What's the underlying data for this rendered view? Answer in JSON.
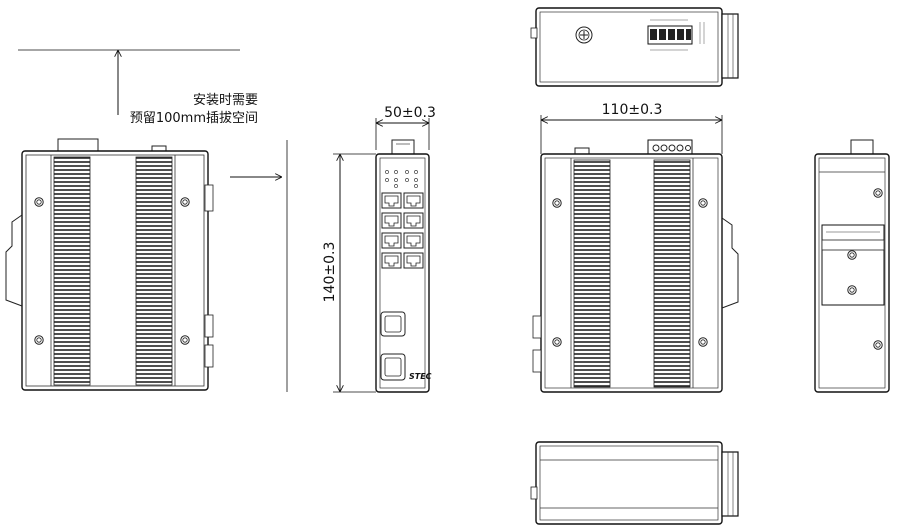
{
  "note": {
    "line1": "安装时需要",
    "line2": "预留100mm插拔空间"
  },
  "dimensions": {
    "width_label": "50±0.3",
    "height_label": "140±0.3",
    "depth_label": "110±0.3"
  },
  "brand": "STEC",
  "icons": [
    "ground-screw-icon",
    "power-terminal-icon",
    "rj45-port-icon",
    "sfp-port-icon",
    "din-rail-clip-icon",
    "mounting-screw-icon"
  ]
}
